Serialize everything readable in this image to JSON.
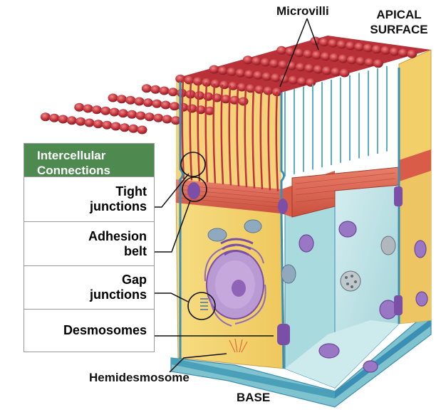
{
  "labels": {
    "microvilli": "Microvilli",
    "apical_line1": "APICAL",
    "apical_line2": "SURFACE",
    "hemidesmosome": "Hemidesmosome",
    "base": "BASE"
  },
  "panel": {
    "title_line1": "Intercellular",
    "title_line2": "Connections",
    "rows": [
      {
        "line1": "Tight",
        "line2": "junctions"
      },
      {
        "line1": "Adhesion",
        "line2": "belt"
      },
      {
        "line1": "Gap",
        "line2": "junctions"
      },
      {
        "line1": "Desmosomes",
        "line2": ""
      }
    ]
  },
  "colors": {
    "panel_header": "#4e8a4f",
    "microvilli_red": "#c0323a",
    "cytoplasm_yellow": "#f3d36e",
    "cell_cyan": "#bfe3e6",
    "membrane_blue": "#3b8fb4",
    "junction_purple": "#7b4fa8",
    "adhesion_belt": "#e0705a"
  }
}
